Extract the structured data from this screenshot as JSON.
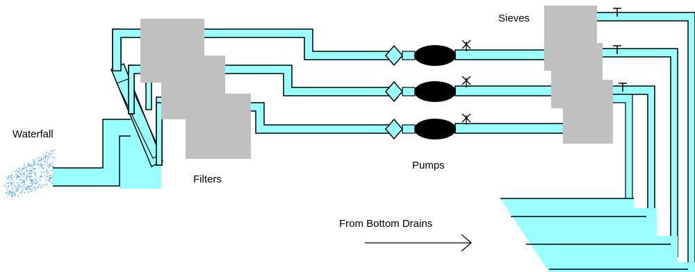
{
  "labels": {
    "waterfall": "Waterfall",
    "filters": "Filters",
    "pumps": "Pumps",
    "sieves": "Sieves",
    "bottom_drains": "From Bottom Drains"
  },
  "colors": {
    "water": "#99FFFF",
    "outline": "#000000",
    "filter_box": "#C0C0C0",
    "pump": "#000000",
    "waterfall_spray": "#3399FF"
  },
  "components": {
    "filter_count": 3,
    "pump_count": 3,
    "sieve_count": 3,
    "pipe_lines": 3
  }
}
